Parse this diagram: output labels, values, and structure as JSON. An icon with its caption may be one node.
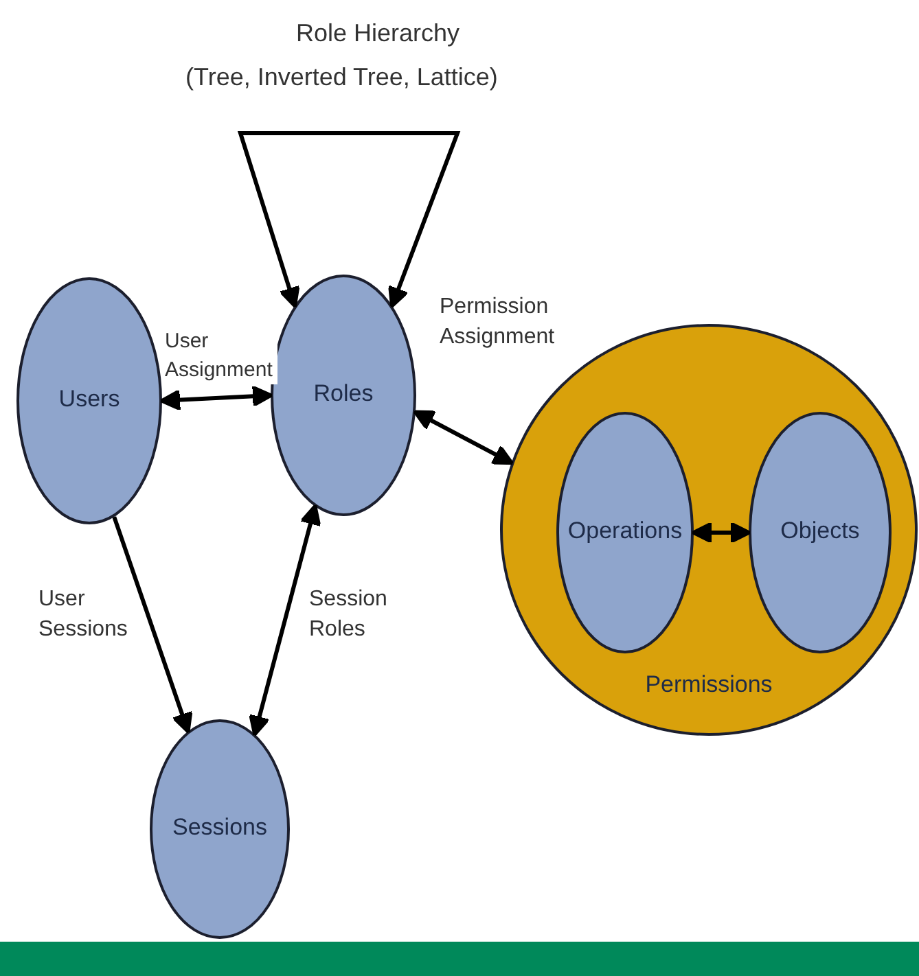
{
  "diagram": {
    "nodes": [
      {
        "text": [
          "Users"
        ]
      },
      {
        "text": [
          "Roles"
        ]
      },
      {
        "text": [
          "Permissions"
        ]
      },
      {
        "text": [
          "Operations"
        ],
        "in": 2
      },
      {
        "text": [
          "Objects"
        ],
        "in": 2
      },
      {
        "text": [
          "Sessions"
        ]
      }
    ],
    "edges": [
      {
        "from": 0,
        "to": 1,
        "arrow": "both",
        "label": "User Assignment"
      },
      {
        "from": 1,
        "to": 2,
        "arrow": "both",
        "label": "Permission Assignment"
      },
      {
        "from": 3,
        "to": 4,
        "arrow": "both"
      },
      {
        "from": 0,
        "to": 5,
        "arrow": "to",
        "label": "User Sessions"
      },
      {
        "from": 1,
        "to": 5,
        "arrow": "both",
        "label": "Session Roles"
      },
      {
        "from": 1,
        "to": 1,
        "arrow": "both",
        "label": "Role Hierarchy"
      }
    ],
    "labels": [
      "(Tree, Inverted Tree, Lattice)"
    ]
  }
}
